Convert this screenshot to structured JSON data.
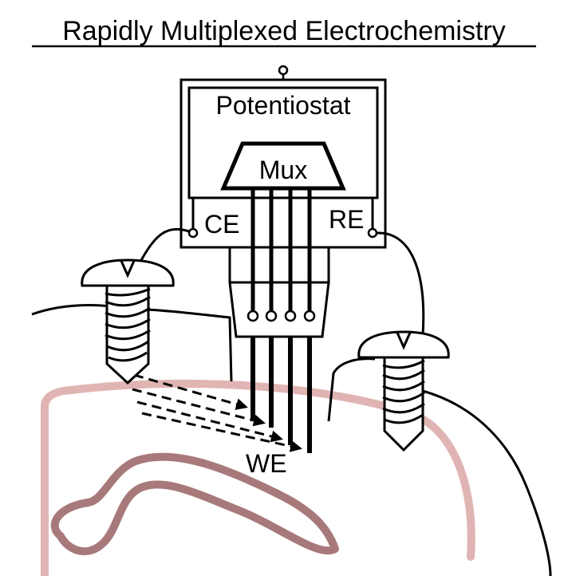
{
  "title": "Rapidly Multiplexed Electrochemistry",
  "labels": {
    "potentiostat": "Potentiostat",
    "mux": "Mux",
    "counter_electrode": "CE",
    "reference_electrode": "RE",
    "working_electrode": "WE"
  },
  "counts": {
    "working_electrodes": 4,
    "dashed_arrows": 4,
    "screws": 2
  },
  "colors": {
    "line": "#000000",
    "brain_outline": "#e0b4b2",
    "brain_inner": "#a8797b",
    "screw_fill": "#ffffff",
    "background": "#ffffff"
  }
}
